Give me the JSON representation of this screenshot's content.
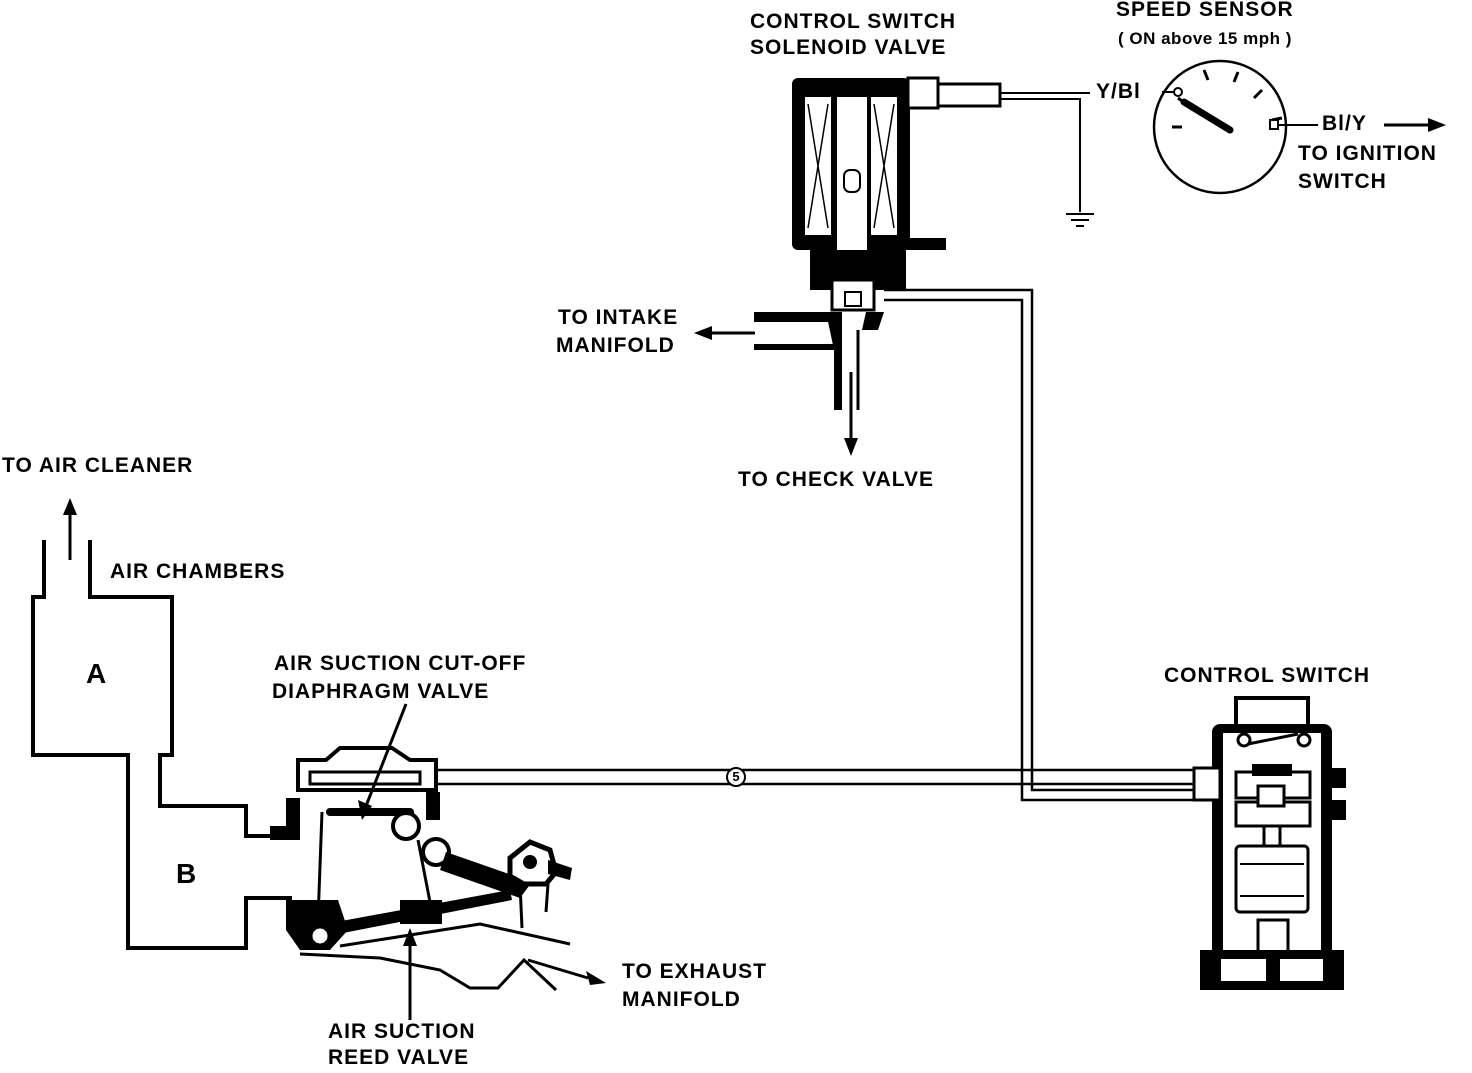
{
  "labels": {
    "control_switch_solenoid_valve": [
      "CONTROL SWITCH",
      "SOLENOID VALVE"
    ],
    "speed_sensor": [
      "SPEED SENSOR",
      "( ON above 15 mph )"
    ],
    "wire_y_bl": "Y/Bl",
    "wire_bl_y": "Bl/Y",
    "to_ignition_switch": [
      "TO IGNITION",
      "SWITCH"
    ],
    "to_intake_manifold": [
      "TO INTAKE",
      "MANIFOLD"
    ],
    "to_check_valve": "TO CHECK VALVE",
    "to_air_cleaner": "TO AIR CLEANER",
    "air_chambers": "AIR CHAMBERS",
    "chamber_a": "A",
    "chamber_b": "B",
    "cutoff_diaphragm_valve": [
      "AIR SUCTION CUT-OFF",
      "DIAPHRAGM VALVE"
    ],
    "control_switch": "CONTROL SWITCH",
    "hose_number": "5",
    "to_exhaust_manifold": [
      "TO EXHAUST",
      "MANIFOLD"
    ],
    "reed_valve": [
      "AIR SUCTION",
      "REED VALVE"
    ]
  },
  "colors": {
    "ink": "#000000",
    "paper": "#ffffff"
  }
}
